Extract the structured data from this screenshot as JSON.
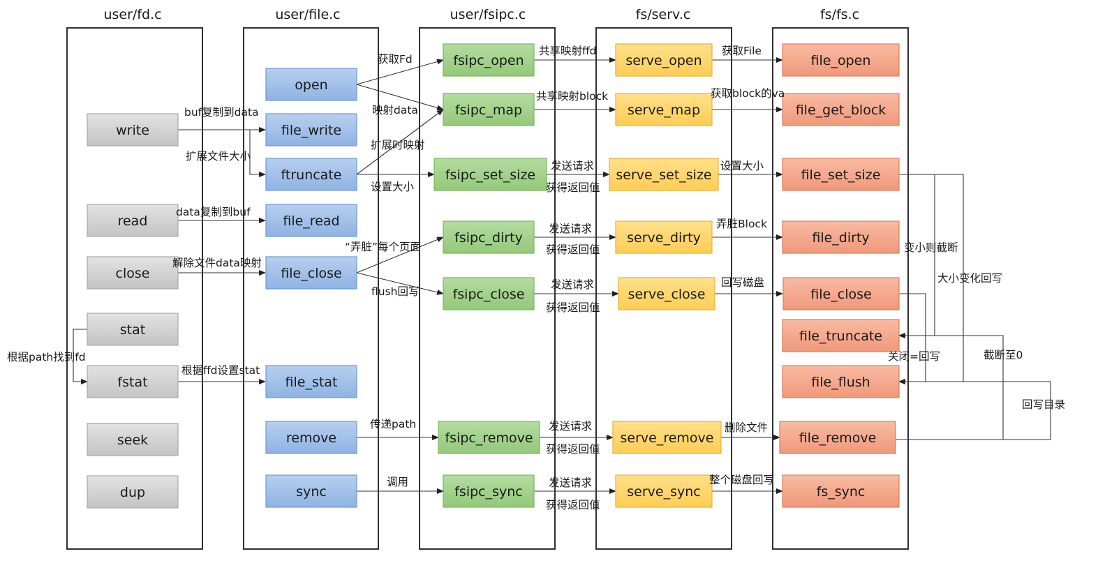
{
  "columns": [
    {
      "id": "fd",
      "title": "user/fd.c"
    },
    {
      "id": "file",
      "title": "user/file.c"
    },
    {
      "id": "fsipc",
      "title": "user/fsipc.c"
    },
    {
      "id": "serv",
      "title": "fs/serv.c"
    },
    {
      "id": "fs",
      "title": "fs/fs.c"
    }
  ],
  "styles": {
    "gray": {
      "fill_top": "#e2e2e2",
      "fill_bottom": "#c4c4c4",
      "stroke": "#a8a8a8"
    },
    "blue": {
      "fill_top": "#b7cff0",
      "fill_bottom": "#8fb3e3",
      "stroke": "#6d99d3"
    },
    "green": {
      "fill_top": "#b4dca1",
      "fill_bottom": "#93c978",
      "stroke": "#7bb35f"
    },
    "yellow": {
      "fill_top": "#ffe08a",
      "fill_bottom": "#ffcd54",
      "stroke": "#e4b23e"
    },
    "orange": {
      "fill_top": "#f9bba3",
      "fill_bottom": "#f0987a",
      "stroke": "#d97e60"
    }
  },
  "boxes": [
    {
      "id": "write",
      "label": "write",
      "style": "gray"
    },
    {
      "id": "read",
      "label": "read",
      "style": "gray"
    },
    {
      "id": "close",
      "label": "close",
      "style": "gray"
    },
    {
      "id": "stat",
      "label": "stat",
      "style": "gray"
    },
    {
      "id": "fstat",
      "label": "fstat",
      "style": "gray"
    },
    {
      "id": "seek",
      "label": "seek",
      "style": "gray"
    },
    {
      "id": "dup",
      "label": "dup",
      "style": "gray"
    },
    {
      "id": "open",
      "label": "open",
      "style": "blue"
    },
    {
      "id": "file_write",
      "label": "file_write",
      "style": "blue"
    },
    {
      "id": "ftruncate",
      "label": "ftruncate",
      "style": "blue"
    },
    {
      "id": "file_read",
      "label": "file_read",
      "style": "blue"
    },
    {
      "id": "file_close_u",
      "label": "file_close",
      "style": "blue"
    },
    {
      "id": "file_stat",
      "label": "file_stat",
      "style": "blue"
    },
    {
      "id": "remove",
      "label": "remove",
      "style": "blue"
    },
    {
      "id": "sync",
      "label": "sync",
      "style": "blue"
    },
    {
      "id": "fsipc_open",
      "label": "fsipc_open",
      "style": "green"
    },
    {
      "id": "fsipc_map",
      "label": "fsipc_map",
      "style": "green"
    },
    {
      "id": "fsipc_set_size",
      "label": "fsipc_set_size",
      "style": "green"
    },
    {
      "id": "fsipc_dirty",
      "label": "fsipc_dirty",
      "style": "green"
    },
    {
      "id": "fsipc_close",
      "label": "fsipc_close",
      "style": "green"
    },
    {
      "id": "fsipc_remove",
      "label": "fsipc_remove",
      "style": "green"
    },
    {
      "id": "fsipc_sync",
      "label": "fsipc_sync",
      "style": "green"
    },
    {
      "id": "serve_open",
      "label": "serve_open",
      "style": "yellow"
    },
    {
      "id": "serve_map",
      "label": "serve_map",
      "style": "yellow"
    },
    {
      "id": "serve_set_size",
      "label": "serve_set_size",
      "style": "yellow"
    },
    {
      "id": "serve_dirty",
      "label": "serve_dirty",
      "style": "yellow"
    },
    {
      "id": "serve_close",
      "label": "serve_close",
      "style": "yellow"
    },
    {
      "id": "serve_remove",
      "label": "serve_remove",
      "style": "yellow"
    },
    {
      "id": "serve_sync",
      "label": "serve_sync",
      "style": "yellow"
    },
    {
      "id": "file_open",
      "label": "file_open",
      "style": "orange"
    },
    {
      "id": "file_get_block",
      "label": "file_get_block",
      "style": "orange"
    },
    {
      "id": "file_set_size",
      "label": "file_set_size",
      "style": "orange"
    },
    {
      "id": "file_dirty",
      "label": "file_dirty",
      "style": "orange"
    },
    {
      "id": "file_close_s",
      "label": "file_close",
      "style": "orange"
    },
    {
      "id": "file_truncate",
      "label": "file_truncate",
      "style": "orange"
    },
    {
      "id": "file_flush",
      "label": "file_flush",
      "style": "orange"
    },
    {
      "id": "file_remove",
      "label": "file_remove",
      "style": "orange"
    },
    {
      "id": "fs_sync",
      "label": "fs_sync",
      "style": "orange"
    }
  ],
  "edge_labels": [
    {
      "id": "buf-copy",
      "text": "buf复制到data"
    },
    {
      "id": "extend-size",
      "text": "扩展文件大小"
    },
    {
      "id": "data-copy",
      "text": "data复制到buf"
    },
    {
      "id": "unmap-data",
      "text": "解除文件data映射"
    },
    {
      "id": "find-fd",
      "text": "根据path找到fd"
    },
    {
      "id": "set-stat",
      "text": "根据ffd设置stat"
    },
    {
      "id": "get-fd",
      "text": "获取Fd"
    },
    {
      "id": "map-data",
      "text": "映射data"
    },
    {
      "id": "extend-map",
      "text": "扩展时映射"
    },
    {
      "id": "set-size",
      "text": "设置大小"
    },
    {
      "id": "dirty-pages",
      "text": "“弄脏”每个页面"
    },
    {
      "id": "flush-back",
      "text": "flush回写"
    },
    {
      "id": "pass-path",
      "text": "传递path"
    },
    {
      "id": "invoke",
      "text": "调用"
    },
    {
      "id": "share-ffd",
      "text": "共享映射ffd"
    },
    {
      "id": "share-block",
      "text": "共享映射block"
    },
    {
      "id": "send-set",
      "text": "发送请求"
    },
    {
      "id": "ret-set",
      "text": "获得返回值"
    },
    {
      "id": "send-dirty",
      "text": "发送请求"
    },
    {
      "id": "ret-dirty",
      "text": "获得返回值"
    },
    {
      "id": "send-close",
      "text": "发送请求"
    },
    {
      "id": "ret-close",
      "text": "获得返回值"
    },
    {
      "id": "send-remove",
      "text": "发送请求"
    },
    {
      "id": "ret-remove",
      "text": "获得返回值"
    },
    {
      "id": "send-sync",
      "text": "发送请求"
    },
    {
      "id": "ret-sync",
      "text": "获得返回值"
    },
    {
      "id": "get-file",
      "text": "获取File"
    },
    {
      "id": "get-va",
      "text": "获取block的va"
    },
    {
      "id": "serve-set",
      "text": "设置大小"
    },
    {
      "id": "dirty-block",
      "text": "弄脏Block"
    },
    {
      "id": "write-back-disk",
      "text": "回写磁盘"
    },
    {
      "id": "delete-file",
      "text": "删除文件"
    },
    {
      "id": "whole-disk",
      "text": "整个磁盘回写"
    },
    {
      "id": "shrink-truncate",
      "text": "变小则截断"
    },
    {
      "id": "size-change-wb",
      "text": "大小变化回写"
    },
    {
      "id": "close-eq-wb",
      "text": "关闭=回写"
    },
    {
      "id": "truncate-zero",
      "text": "截断至0"
    },
    {
      "id": "wb-dir",
      "text": "回写目录"
    }
  ]
}
